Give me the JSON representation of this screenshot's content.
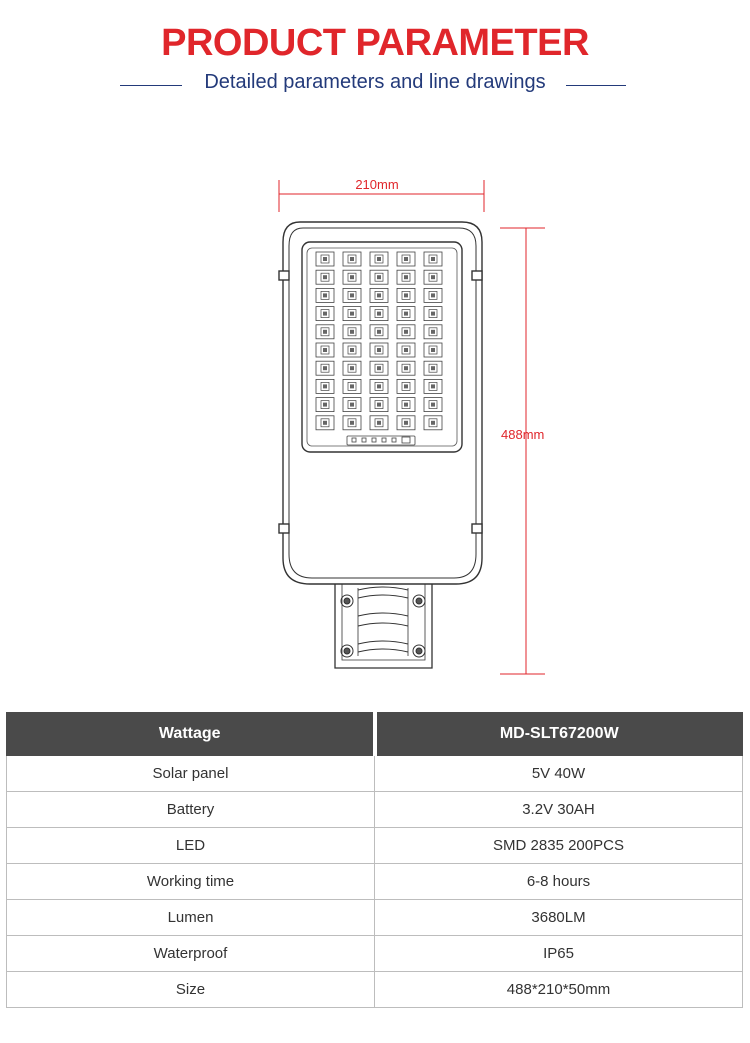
{
  "header": {
    "title": "PRODUCT PARAMETER",
    "subtitle": "Detailed parameters and line drawings"
  },
  "drawing": {
    "width_label": "210mm",
    "height_label": "488mm",
    "led_rows": 10,
    "led_cols": 5,
    "line_color": "#333333",
    "dimension_color": "#e0262b"
  },
  "table": {
    "header": {
      "label": "Wattage",
      "value": "MD-SLT67200W"
    },
    "rows": [
      {
        "label": "Solar panel",
        "value": "5V 40W"
      },
      {
        "label": "Battery",
        "value": "3.2V 30AH"
      },
      {
        "label": "LED",
        "value": "SMD 2835 200PCS"
      },
      {
        "label": "Working time",
        "value": "6-8 hours"
      },
      {
        "label": "Lumen",
        "value": "3680LM"
      },
      {
        "label": "Waterproof",
        "value": "IP65"
      },
      {
        "label": "Size",
        "value": "488*210*50mm"
      }
    ]
  },
  "colors": {
    "title": "#e0262b",
    "subtitle": "#233a7a",
    "table_header_bg": "#4a4a4a"
  }
}
